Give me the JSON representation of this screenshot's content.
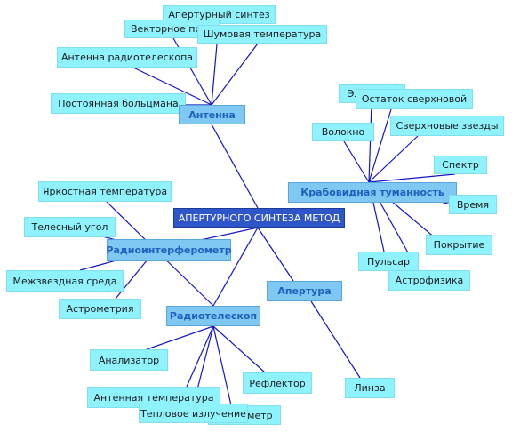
{
  "colors": {
    "edge": "#1414c8",
    "leaf": "#8ff3ff",
    "hub": "#7fc8f4",
    "root": "#2f56c9"
  },
  "diagram": {
    "root": "АПЕРТУРНОГО СИНТЕЗА МЕТОД",
    "hubs": {
      "antenna": "Антенна",
      "crab": "Крабовидная туманность",
      "aperture": "Апертура",
      "interferometer": "Радиоинтерферометр",
      "telescope": "Радиотелескоп"
    },
    "leaves": {
      "aperture_synthesis": "Апертурный синтез",
      "vector_field": "Векторное поле",
      "noise_temperature": "Шумовая температура",
      "radio_antenna": "Антенна радиотелескопа",
      "boltzmann": "Постоянная больцмана",
      "electron": "Электрон",
      "supernova_remnant": "Остаток сверхновой",
      "fiber": "Волокно",
      "supernovae": "Сверхновые звезды",
      "spectrum": "Спектр",
      "time": "Время",
      "coating": "Покрытие",
      "pulsar": "Пульсар",
      "astrophysics": "Астрофизика",
      "lens": "Линза",
      "brightness_temperature": "Яркостная температура",
      "solid_angle": "Телесный угол",
      "interstellar_medium": "Межзвездная среда",
      "astrometry": "Астрометрия",
      "analyzer": "Анализатор",
      "reflector": "Рефлектор",
      "antenna_temperature": "Антенная температура",
      "radiometer": "Радиометр",
      "thermal_radiation": "Тепловое излучение"
    }
  }
}
